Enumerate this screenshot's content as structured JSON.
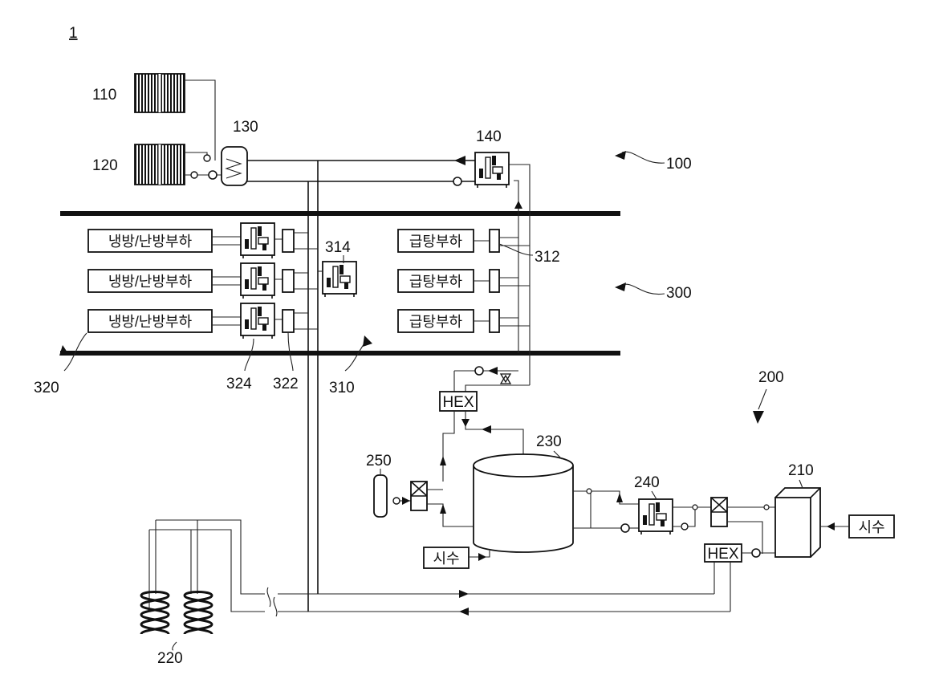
{
  "figure_number": "1",
  "labels": {
    "n110": "110",
    "n120": "120",
    "n130": "130",
    "n140": "140",
    "n100": "100",
    "n314": "314",
    "n312": "312",
    "n300": "300",
    "n320": "320",
    "n324": "324",
    "n322": "322",
    "n310": "310",
    "n200": "200",
    "n230": "230",
    "n250": "250",
    "n240": "240",
    "n210": "210",
    "n220": "220"
  },
  "text": {
    "heating_cooling_load": "냉방/난방부하",
    "hot_water_load": "급탕부하",
    "tap_water": "시수",
    "hex": "HEX"
  }
}
